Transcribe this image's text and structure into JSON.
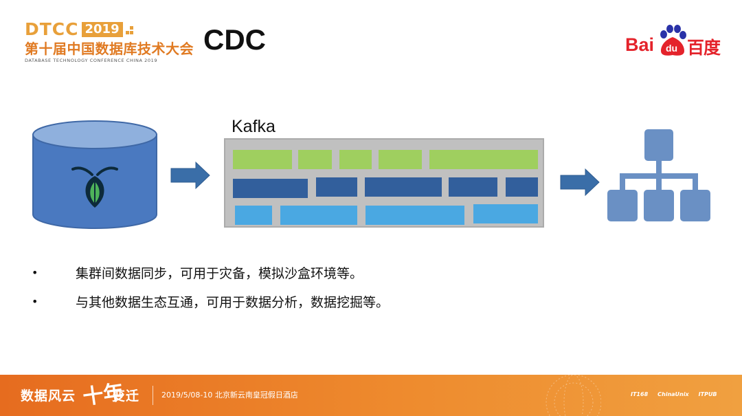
{
  "header": {
    "logo": {
      "brand": "DTCC",
      "year": "2019",
      "name_cn": "第十届中国数据库技术大会",
      "name_en": "DATABASE TECHNOLOGY CONFERENCE CHINA 2019"
    },
    "title": "CDC",
    "sponsor_logo": {
      "latin": "Bai",
      "badge": "du",
      "chinese": "百度"
    }
  },
  "diagram": {
    "source_icon": "database-cylinder-icon",
    "source_emblem": "cockroach-icon",
    "queue_label": "Kafka",
    "target_icon": "hierarchy-tree-icon",
    "colors": {
      "cylinder": "#4a79c0",
      "row1": "#9fcf5f",
      "row2": "#325f9c",
      "row3": "#4aa8e2",
      "arrow": "#3a6ea8",
      "tree": "#6a90c4"
    }
  },
  "bullets": [
    {
      "marker": "•",
      "text": "集群间数据同步，可用于灾备，模拟沙盒环境等。"
    },
    {
      "marker": "•",
      "text": "与其他数据生态互通，可用于数据分析，数据挖掘等。"
    }
  ],
  "footer": {
    "title_part1": "数据风云",
    "title_decade": "十年",
    "title_part2": "变迁",
    "date_location": "2019/5/08-10  北京新云南皇冠假日酒店",
    "sponsors": [
      "IT168",
      "ChinaUnix",
      "ITPUB"
    ],
    "color": "#e66c1f"
  }
}
